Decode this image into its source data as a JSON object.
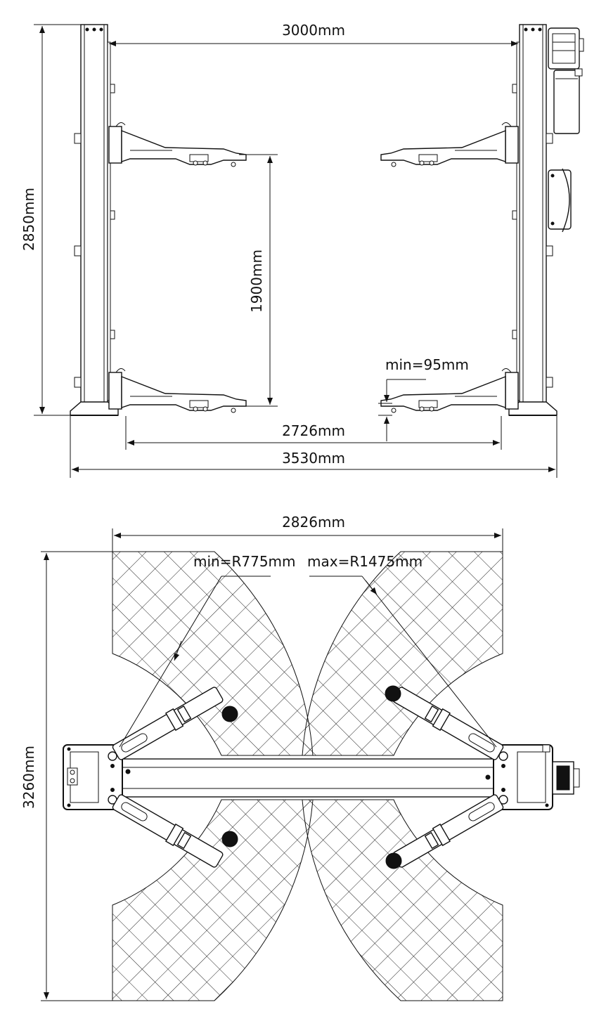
{
  "side_view": {
    "dimensions": {
      "inner_width": "3000mm",
      "height": "2850mm",
      "lift_height": "1900mm",
      "min_height": "min=95mm",
      "base_inner_width": "2726mm",
      "overall_width": "3530mm"
    }
  },
  "top_view": {
    "dimensions": {
      "reach_width": "2826mm",
      "overall_length": "3260mm",
      "min_radius": "min=R775mm",
      "max_radius": "max=R1475mm"
    }
  }
}
